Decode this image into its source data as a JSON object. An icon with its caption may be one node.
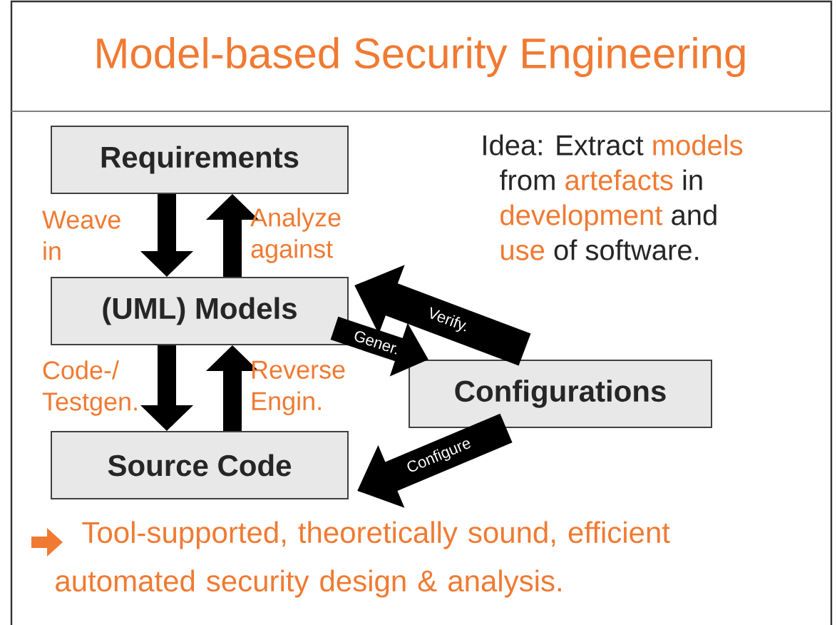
{
  "diagram": {
    "title": "Model-based Security Engineering",
    "nodes": [
      {
        "text": [
          "Requirements"
        ]
      },
      {
        "text": [
          "(UML) Models"
        ]
      },
      {
        "text": [
          "Source Code"
        ]
      },
      {
        "text": [
          "Configurations"
        ]
      }
    ],
    "edges": [
      {
        "from": 0,
        "to": 1,
        "arrow": "to",
        "label": "Weave in"
      },
      {
        "from": 1,
        "to": 0,
        "arrow": "to",
        "label": "Analyze against"
      },
      {
        "from": 1,
        "to": 2,
        "arrow": "to",
        "label": "Code-/ Testgen."
      },
      {
        "from": 2,
        "to": 1,
        "arrow": "to",
        "label": "Reverse Engin."
      },
      {
        "from": 3,
        "to": 1,
        "arrow": "to",
        "label": "Verify.",
        "style": "thick"
      },
      {
        "from": 1,
        "to": 3,
        "arrow": "to",
        "label": "Gener."
      },
      {
        "from": 3,
        "to": 2,
        "arrow": "to",
        "label": "Configure"
      }
    ],
    "labels": [
      "Idea: Extract",
      "models",
      "from",
      "artefacts",
      "in",
      "development",
      "and",
      "use",
      "of software.",
      "Tool-supported, theoretically sound, efficient automated security design & analysis."
    ]
  }
}
